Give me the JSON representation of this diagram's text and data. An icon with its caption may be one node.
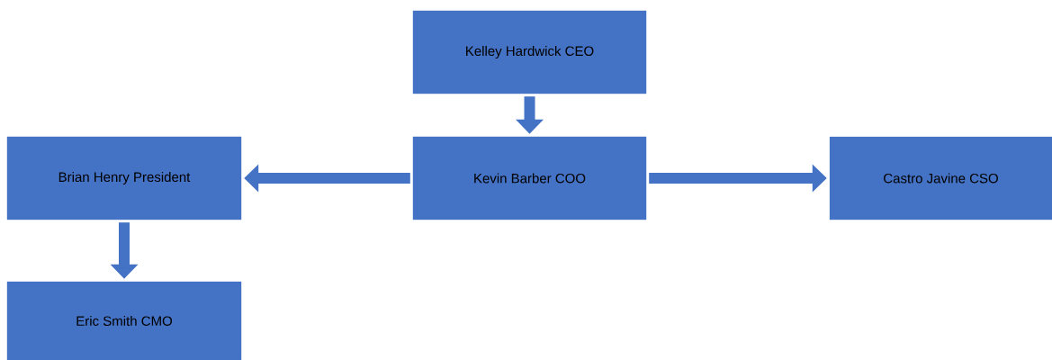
{
  "diagram": {
    "nodes": [
      {
        "text": [
          "Kelley Hardwick CEO"
        ]
      },
      {
        "text": [
          "Kevin Barber COO"
        ]
      },
      {
        "text": [
          "Brian Henry President"
        ]
      },
      {
        "text": [
          "Castro Javine CSO"
        ]
      },
      {
        "text": [
          "Eric Smith CMO"
        ]
      }
    ],
    "edges": [
      {
        "from": 0,
        "to": 1,
        "arrow": "to"
      },
      {
        "from": 1,
        "to": 2,
        "arrow": "to"
      },
      {
        "from": 1,
        "to": 3,
        "arrow": "to"
      },
      {
        "from": 2,
        "to": 4,
        "arrow": "to"
      }
    ]
  }
}
